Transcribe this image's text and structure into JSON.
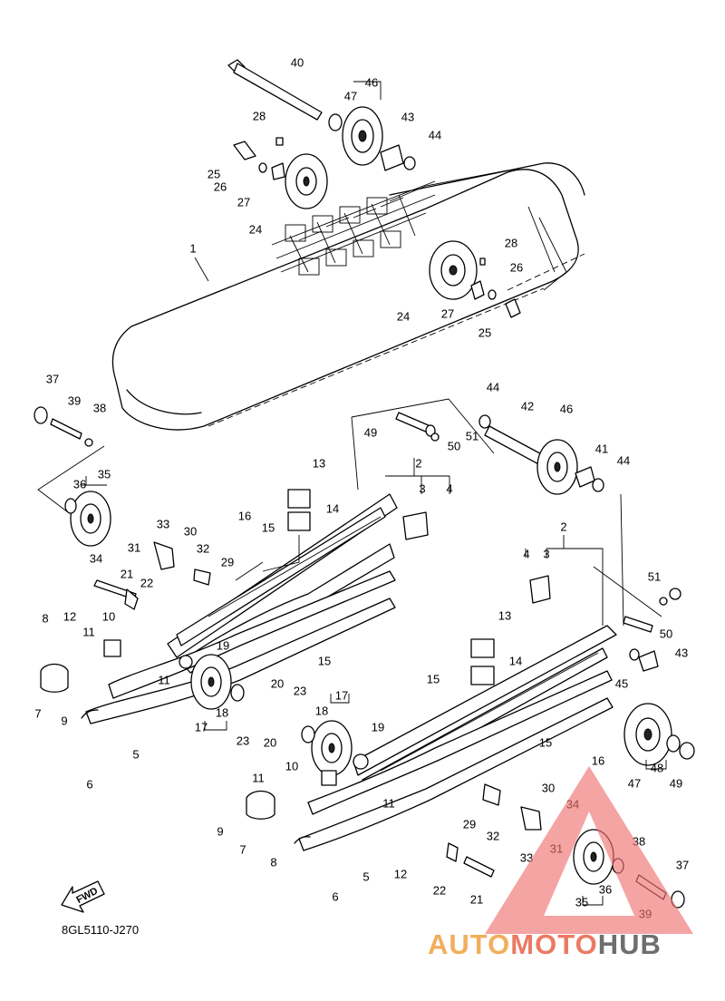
{
  "diagram": {
    "code": "8GL5110-J270",
    "fwd_label": "FWD",
    "callouts": [
      "1",
      "2",
      "2",
      "3",
      "3",
      "4",
      "4",
      "5",
      "5",
      "6",
      "6",
      "7",
      "7",
      "8",
      "8",
      "9",
      "9",
      "10",
      "10",
      "11",
      "11",
      "11",
      "11",
      "12",
      "12",
      "13",
      "13",
      "14",
      "14",
      "15",
      "15",
      "15",
      "15",
      "16",
      "16",
      "17",
      "17",
      "18",
      "18",
      "19",
      "19",
      "20",
      "20",
      "21",
      "21",
      "22",
      "22",
      "23",
      "23",
      "24",
      "24",
      "25",
      "25",
      "26",
      "26",
      "27",
      "27",
      "28",
      "28",
      "29",
      "29",
      "30",
      "30",
      "31",
      "31",
      "32",
      "32",
      "33",
      "33",
      "34",
      "34",
      "35",
      "35",
      "36",
      "36",
      "37",
      "37",
      "38",
      "38",
      "39",
      "39",
      "40",
      "41",
      "42",
      "43",
      "43",
      "44",
      "44",
      "44",
      "45",
      "46",
      "46",
      "47",
      "47",
      "48",
      "49",
      "49",
      "50",
      "50",
      "51",
      "51"
    ]
  },
  "watermark": {
    "auto": "AUTO",
    "moto": "MOTO",
    "hub": "HUB",
    "colors": {
      "auto": "#f0a040",
      "moto": "#e8634a",
      "hub": "#555555",
      "triangle": "#f07070"
    }
  }
}
